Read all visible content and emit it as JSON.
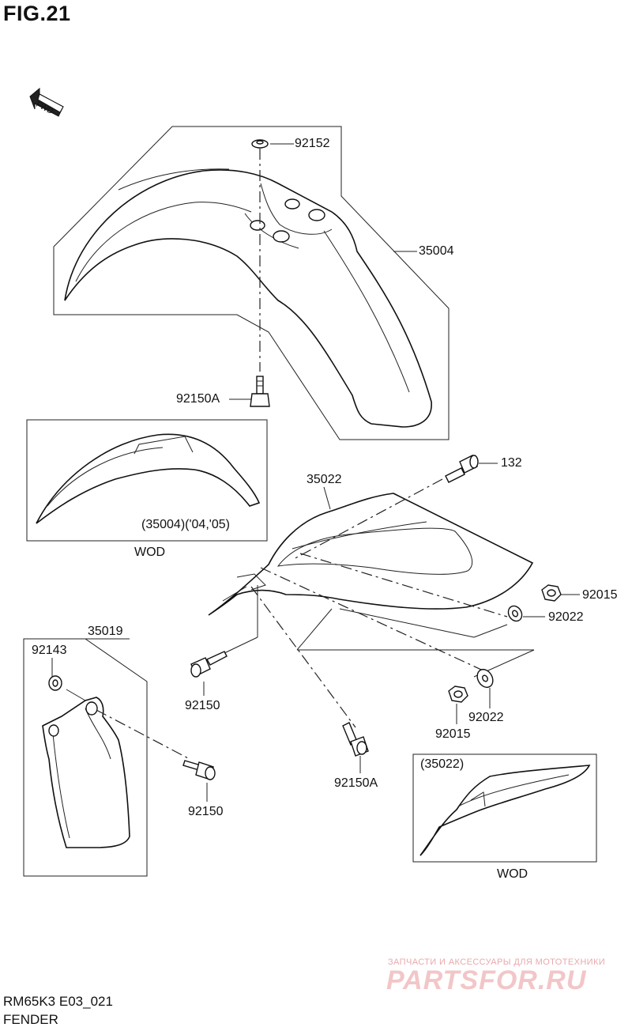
{
  "figure": {
    "title": "FIG.21",
    "model_code": "RM65K3 E03_021",
    "section_name": "FENDER"
  },
  "direction_arrow": {
    "label": "FWD"
  },
  "parts": {
    "p92152": "92152",
    "p35004": "35004",
    "p92150A_top": "92150A",
    "p132": "132",
    "p35022": "35022",
    "p92015_right": "92015",
    "p92022_right": "92022",
    "p35019": "35019",
    "p92143": "92143",
    "p92150_mid": "92150",
    "p92150_low": "92150",
    "p92022_low": "92022",
    "p92015_low": "92015",
    "p92150A_low": "92150A"
  },
  "insets": {
    "front_fender_variant": {
      "caption": "(35004)('04,'05)",
      "label": "WOD"
    },
    "rear_fender_variant": {
      "caption": "(35022)",
      "label": "WOD"
    }
  },
  "watermark": {
    "tagline": "ЗАПЧАСТИ И АКСЕССУАРЫ ДЛЯ МОТОТЕХНИКИ",
    "brand": "PARTSFOR.RU"
  }
}
